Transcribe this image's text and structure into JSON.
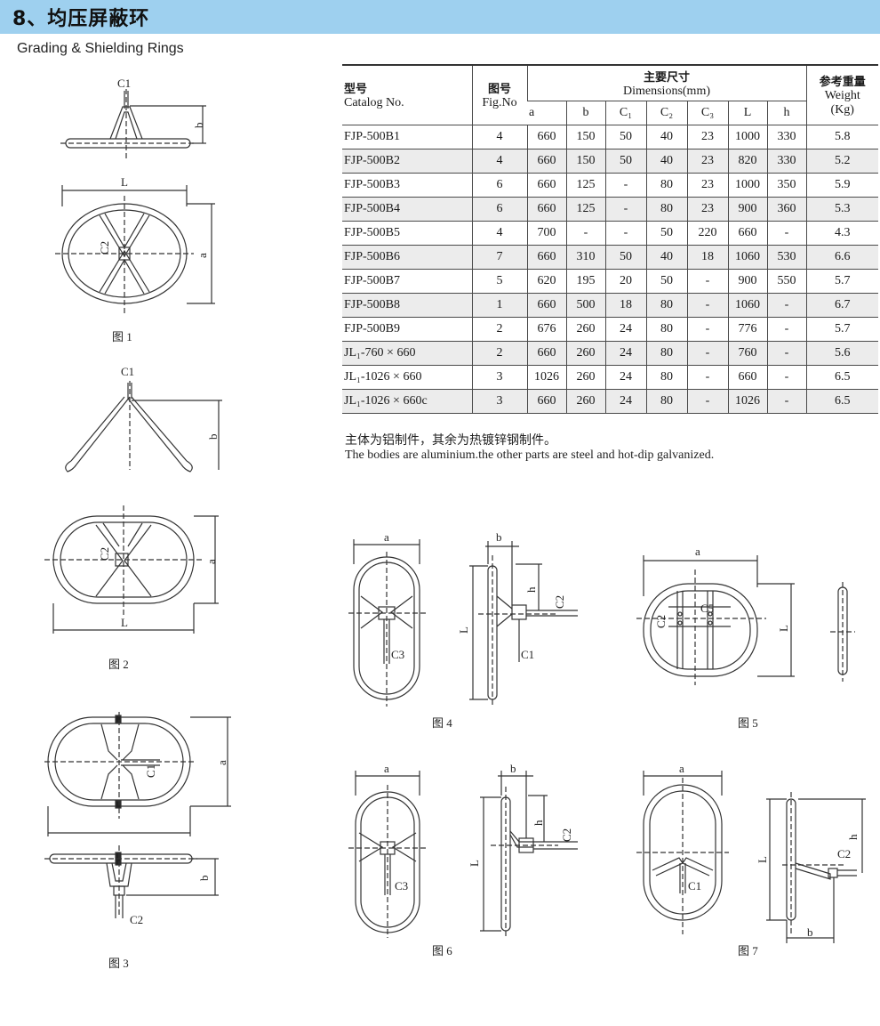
{
  "header": {
    "title": "8、均压屏蔽环",
    "subtitle": "Grading & Shielding Rings"
  },
  "colors": {
    "header_bg": "#9ed0ef",
    "line": "#333333",
    "row_alt": "#ececec"
  },
  "table": {
    "h_catalog_zh": "型号",
    "h_catalog_en": "Catalog No.",
    "h_fig_zh": "图号",
    "h_fig_en": "Fig.No",
    "h_dim_zh": "主要尺寸",
    "h_dim_en": "Dimensions(mm)",
    "h_weight_zh": "参考重量",
    "h_weight_en": "Weight",
    "h_weight_unit": "(Kg)",
    "sub": [
      "a",
      "b",
      "C₁",
      "C₂",
      "C₃",
      "L",
      "h"
    ],
    "rows": [
      [
        "FJP-500B1",
        "4",
        "660",
        "150",
        "50",
        "40",
        "23",
        "1000",
        "330",
        "5.8"
      ],
      [
        "FJP-500B2",
        "4",
        "660",
        "150",
        "50",
        "40",
        "23",
        "820",
        "330",
        "5.2"
      ],
      [
        "FJP-500B3",
        "6",
        "660",
        "125",
        "-",
        "80",
        "23",
        "1000",
        "350",
        "5.9"
      ],
      [
        "FJP-500B4",
        "6",
        "660",
        "125",
        "-",
        "80",
        "23",
        "900",
        "360",
        "5.3"
      ],
      [
        "FJP-500B5",
        "4",
        "700",
        "-",
        "-",
        "50",
        "220",
        "660",
        "-",
        "4.3"
      ],
      [
        "FJP-500B6",
        "7",
        "660",
        "310",
        "50",
        "40",
        "18",
        "1060",
        "530",
        "6.6"
      ],
      [
        "FJP-500B7",
        "5",
        "620",
        "195",
        "20",
        "50",
        "-",
        "900",
        "550",
        "5.7"
      ],
      [
        "FJP-500B8",
        "1",
        "660",
        "500",
        "18",
        "80",
        "-",
        "1060",
        "-",
        "6.7"
      ],
      [
        "FJP-500B9",
        "2",
        "676",
        "260",
        "24",
        "80",
        "-",
        "776",
        "-",
        "5.7"
      ],
      [
        "JL₁-760 × 660",
        "2",
        "660",
        "260",
        "24",
        "80",
        "-",
        "760",
        "-",
        "5.6"
      ],
      [
        "JL₁-1026 × 660",
        "3",
        "1026",
        "260",
        "24",
        "80",
        "-",
        "660",
        "-",
        "6.5"
      ],
      [
        "JL₁-1026 × 660c",
        "3",
        "660",
        "260",
        "24",
        "80",
        "-",
        "1026",
        "-",
        "6.5"
      ]
    ]
  },
  "notes": {
    "zh": "主体为铝制件，其余为热镀锌钢制件。",
    "en": "The bodies are aluminium.the other parts are steel and hot-dip galvanized."
  },
  "figures": {
    "fig1": {
      "caption": "图 1",
      "labels": {
        "c1": "C1",
        "b": "b",
        "L": "L",
        "c2": "C2",
        "a": "a"
      }
    },
    "fig2": {
      "caption": "图 2",
      "labels": {
        "c1": "C1",
        "b": "b",
        "c2": "C2",
        "a": "a",
        "L": "L"
      }
    },
    "fig3": {
      "caption": "图 3",
      "labels": {
        "c1": "C1",
        "a": "a",
        "b": "b",
        "c2": "C2"
      }
    },
    "fig4": {
      "caption": "图 4",
      "labels": {
        "a": "a",
        "c3": "C3",
        "b": "b",
        "h": "h",
        "c2": "C2",
        "L": "L",
        "c1": "C1"
      }
    },
    "fig5": {
      "caption": "图 5",
      "labels": {
        "a": "a",
        "c2": "C2",
        "c5": "C5",
        "L": "L"
      }
    },
    "fig6": {
      "caption": "图 6",
      "labels": {
        "a": "a",
        "c3": "C3",
        "b": "b",
        "h": "h",
        "c2": "C2",
        "L": "L"
      }
    },
    "fig7": {
      "caption": "图 7",
      "labels": {
        "a": "a",
        "c1": "C1",
        "L": "L",
        "h": "h",
        "c2": "C2",
        "b": "b"
      }
    }
  }
}
